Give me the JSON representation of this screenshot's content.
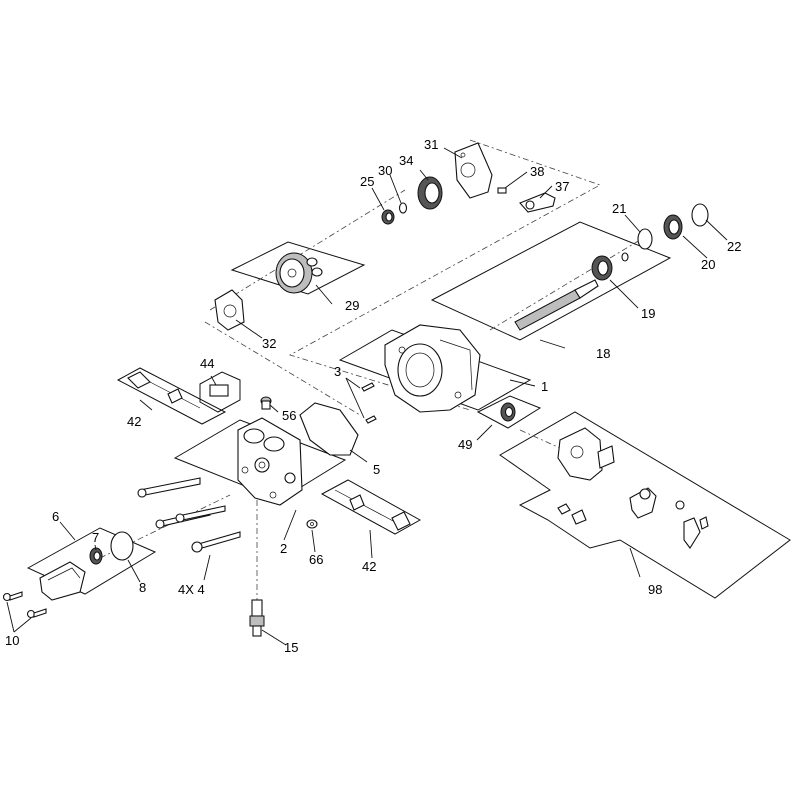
{
  "callouts": [
    {
      "id": "c1",
      "text": "1"
    },
    {
      "id": "c2",
      "text": "2"
    },
    {
      "id": "c3",
      "text": "3"
    },
    {
      "id": "c4x4",
      "text": "4X 4"
    },
    {
      "id": "c5",
      "text": "5"
    },
    {
      "id": "c6",
      "text": "6"
    },
    {
      "id": "c7",
      "text": "7"
    },
    {
      "id": "c8",
      "text": "8"
    },
    {
      "id": "c10",
      "text": "10"
    },
    {
      "id": "c15",
      "text": "15"
    },
    {
      "id": "c18",
      "text": "18"
    },
    {
      "id": "c19",
      "text": "19"
    },
    {
      "id": "c20",
      "text": "20"
    },
    {
      "id": "c21",
      "text": "21"
    },
    {
      "id": "c22",
      "text": "22"
    },
    {
      "id": "c25",
      "text": "25"
    },
    {
      "id": "c29",
      "text": "29"
    },
    {
      "id": "c30",
      "text": "30"
    },
    {
      "id": "c31",
      "text": "31"
    },
    {
      "id": "c32",
      "text": "32"
    },
    {
      "id": "c34",
      "text": "34"
    },
    {
      "id": "c37",
      "text": "37"
    },
    {
      "id": "c38",
      "text": "38"
    },
    {
      "id": "c42a",
      "text": "42"
    },
    {
      "id": "c42b",
      "text": "42"
    },
    {
      "id": "c44",
      "text": "44"
    },
    {
      "id": "c49",
      "text": "49"
    },
    {
      "id": "c56",
      "text": "56"
    },
    {
      "id": "c66",
      "text": "66"
    },
    {
      "id": "c98",
      "text": "98"
    }
  ]
}
